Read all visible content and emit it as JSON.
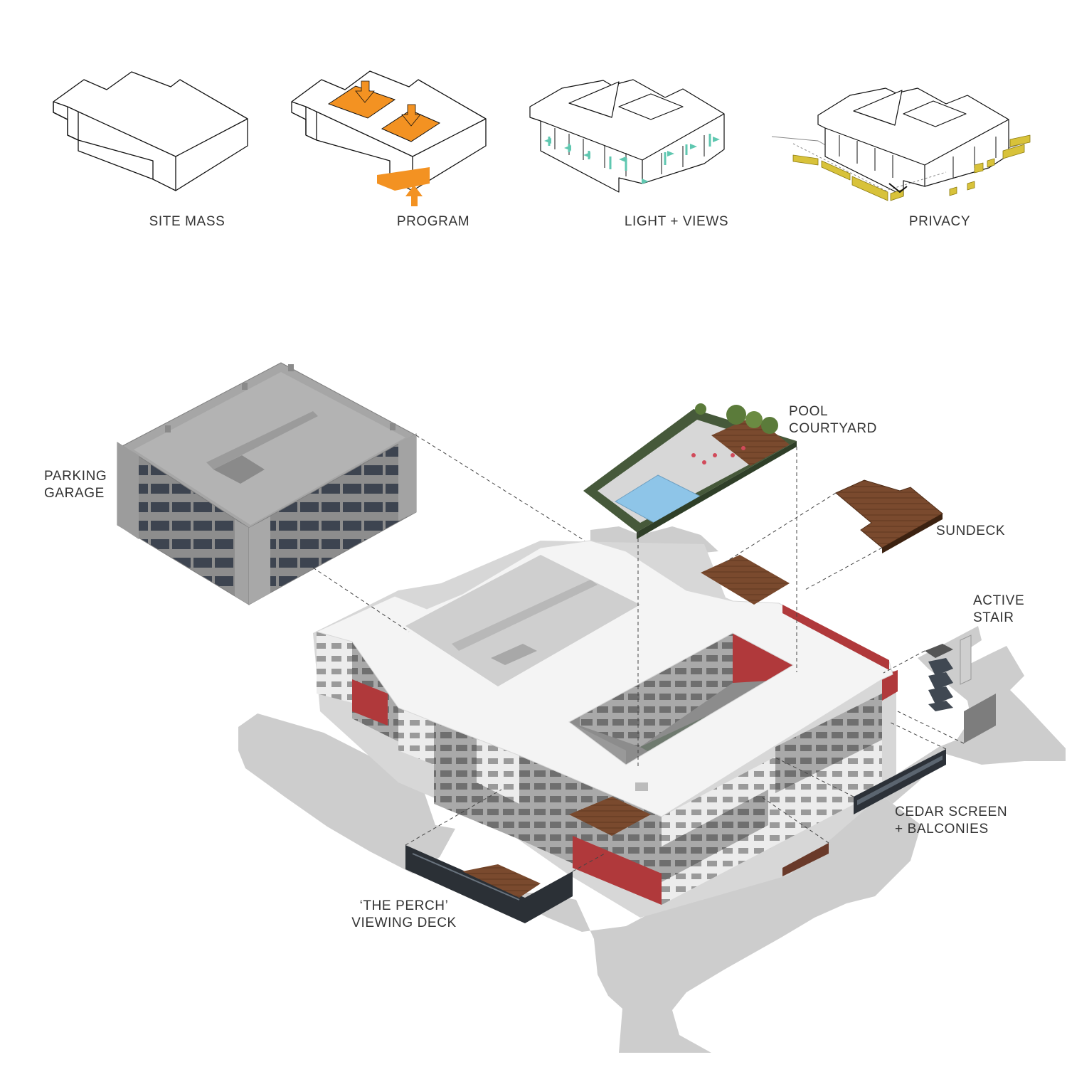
{
  "concept_steps": [
    {
      "label": "SITE MASS"
    },
    {
      "label": "PROGRAM"
    },
    {
      "label": "LIGHT + VIEWS"
    },
    {
      "label": "PRIVACY"
    }
  ],
  "callouts": {
    "parking_garage": [
      "PARKING",
      "GARAGE"
    ],
    "pool_courtyard": [
      "POOL",
      "COURTYARD"
    ],
    "sundeck": [
      "SUNDECK"
    ],
    "active_stair": [
      "ACTIVE",
      "STAIR"
    ],
    "cedar_screen": [
      "CEDAR SCREEN",
      "+ BALCONIES"
    ],
    "the_perch": [
      "‘THE PERCH’",
      "VIEWING DECK"
    ]
  },
  "colors": {
    "program_accent": "#f39222",
    "light_accent": "#5fc7b0",
    "privacy_accent": "#d8c23a",
    "brick_red": "#b0393b",
    "wood_deck": "#7a4a2e",
    "pool_water": "#8ec5e8",
    "road": "#cdcdcd",
    "building_white": "#f4f4f4"
  }
}
